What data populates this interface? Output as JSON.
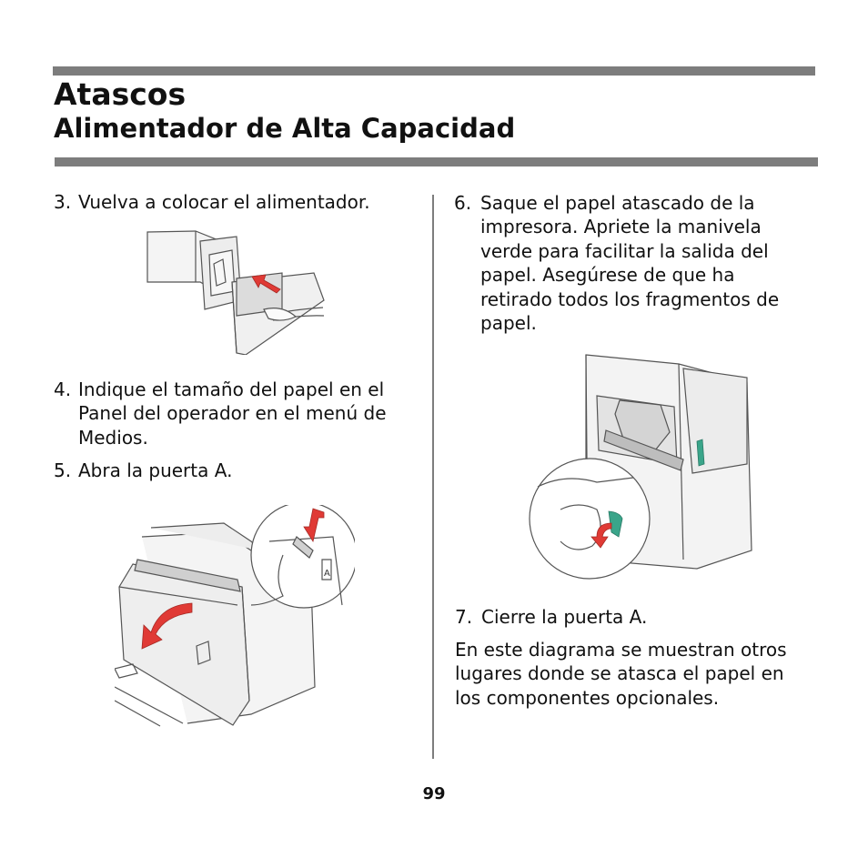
{
  "header": {
    "title": "Atascos",
    "subtitle": "Alimentador de Alta Capacidad"
  },
  "left_column": {
    "step3": {
      "number": "3.",
      "text": "Vuelva a colocar el alimentador."
    },
    "step4": {
      "number": "4.",
      "text": "Indique el tamaño del papel en el Panel del operador en el menú de Medios."
    },
    "step5": {
      "number": "5.",
      "text": "Abra la puerta A."
    },
    "fig_door_label": "A"
  },
  "right_column": {
    "step6": {
      "number": "6.",
      "text": "Saque el papel atascado de la impresora. Apriete la manivela verde para facilitar la salida del papel. Asegúrese de que ha retirado todos los fragmentos de papel."
    },
    "step7": {
      "number": "7.",
      "text": "Cierre la puerta A."
    },
    "closing": "En este diagrama se muestran otros lugares donde se atasca el papel en los componentes opcionales."
  },
  "footer": {
    "page_number": "99"
  },
  "colors": {
    "rule": "#7d7d7d",
    "arrow_red": "#e03a35",
    "handle_green": "#3aa58a"
  }
}
